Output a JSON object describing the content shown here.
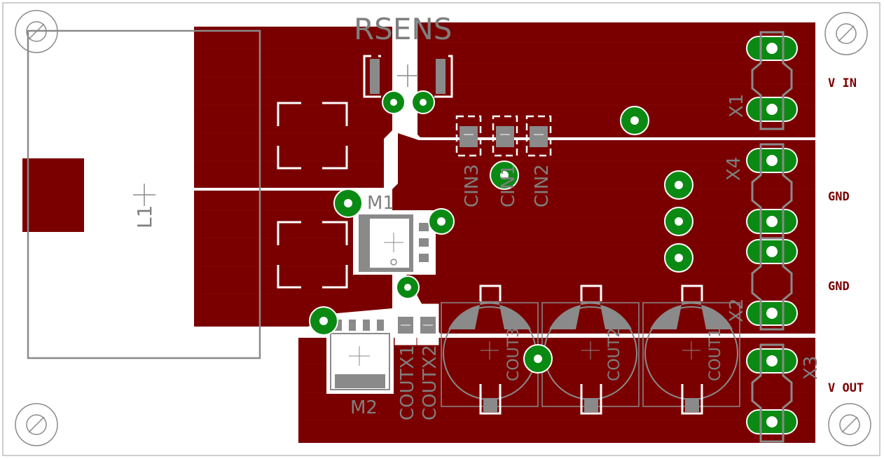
{
  "colors": {
    "copper": "#7a0000",
    "via": "#0a8a12",
    "silkscreen": "#7f7f7f",
    "outline": "#8a8a8a",
    "background": "#ffffff"
  },
  "designators": {
    "rsens": "RSENS",
    "l1": "L1",
    "m1": "M1",
    "m2": "M2",
    "cin3": "CIN3",
    "cin1": "CIN1",
    "cin2": "CIN2",
    "cout3": "COUT3",
    "cout2": "COUT2",
    "cout1": "COUT1",
    "coutx1": "COUTX1",
    "coutx2": "COUTX2",
    "x1": "X1",
    "x2": "X2",
    "x3": "X3",
    "x4": "X4"
  },
  "connector_labels": {
    "vin": "V IN",
    "gnd_top": "GND",
    "gnd_bottom": "GND",
    "vout": "V OUT"
  },
  "icons": {
    "mounting_hole": "mounting-hole-icon",
    "via": "via-icon",
    "pad": "pad-icon"
  }
}
